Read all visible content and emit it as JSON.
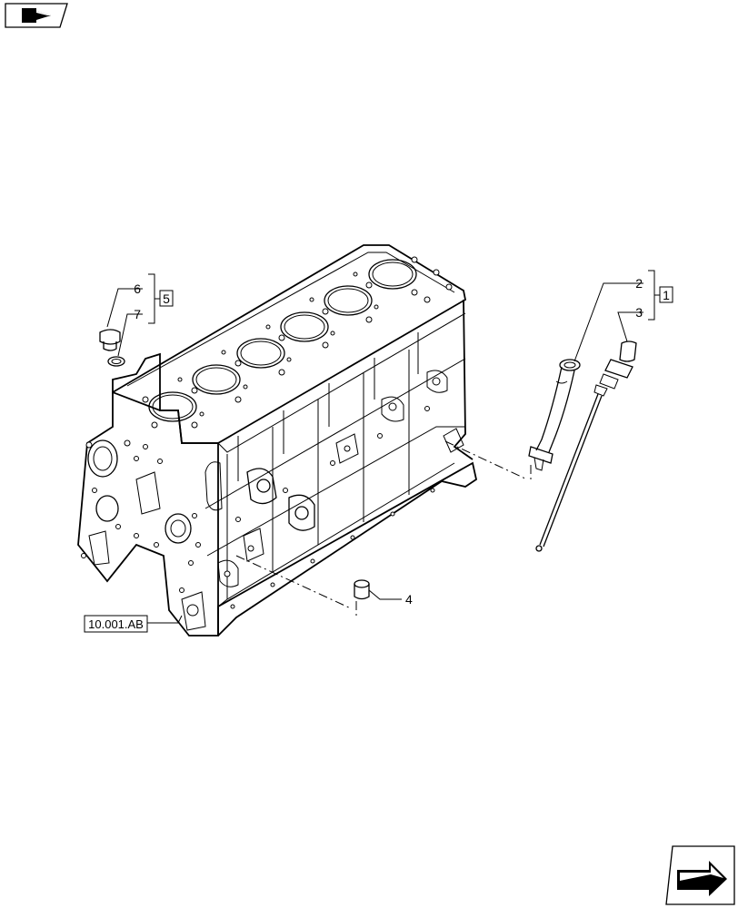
{
  "icons": {
    "top_left": "previous-page-arrow-icon",
    "bottom_right": "next-page-arrow-icon"
  },
  "callouts": {
    "item_1": "1",
    "item_2": "2",
    "item_3": "3",
    "item_4": "4",
    "item_5": "5",
    "item_6": "6",
    "item_7": "7"
  },
  "reference": {
    "label": "10.001.AB"
  }
}
